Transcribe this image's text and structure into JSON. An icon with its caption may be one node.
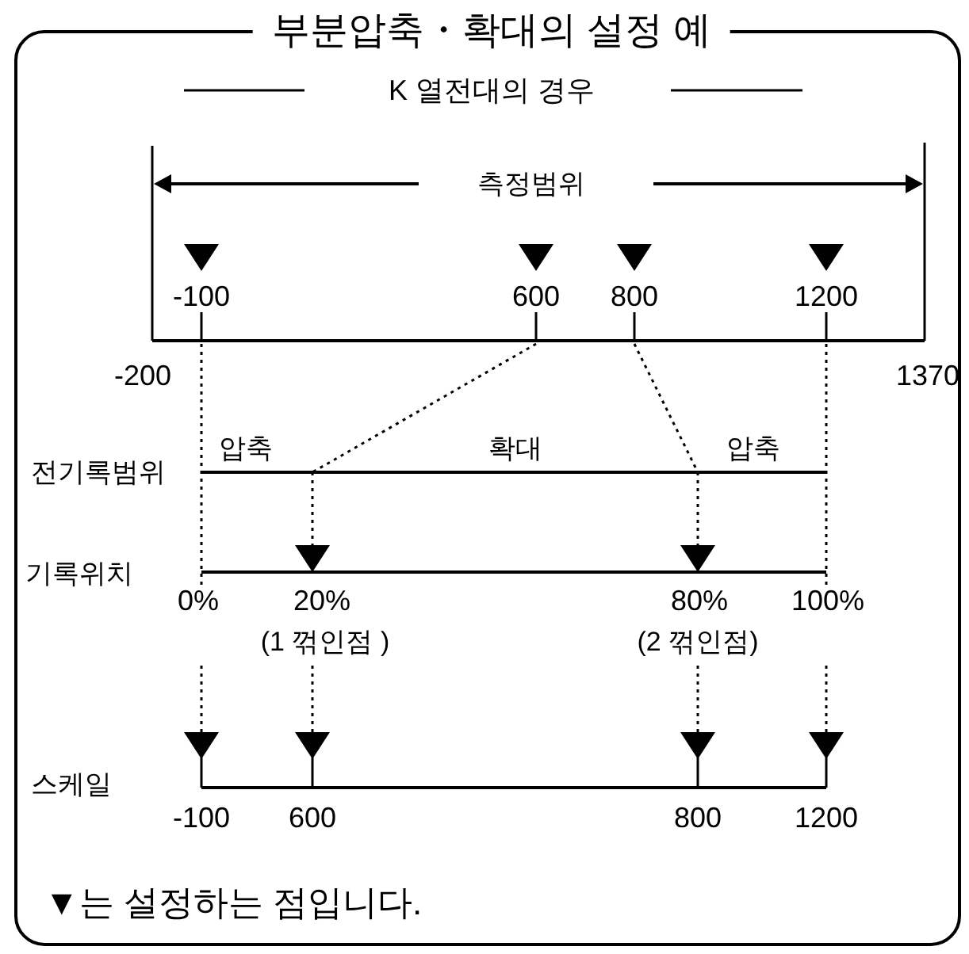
{
  "diagram": {
    "title": "부분압축・확대의 설정 예",
    "labels": [
      "K 열전대의 경우",
      "측정범위",
      "-100",
      "600",
      "800",
      "1200",
      "-200",
      "1370",
      "압축",
      "확대",
      "압축",
      "전기록범위",
      "기록위치",
      "0%",
      "20%",
      "80%",
      "100%",
      "(1 꺾인점 )",
      "(2 꺾인점)",
      "스케일",
      "-100",
      "600",
      "800",
      "1200",
      "▼는 설정하는 점입니다."
    ]
  }
}
